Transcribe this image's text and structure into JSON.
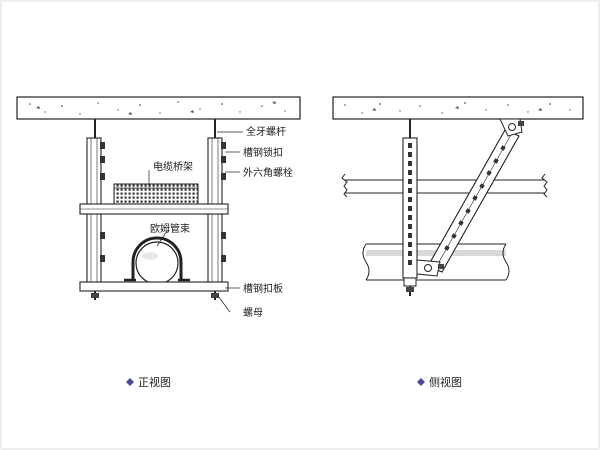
{
  "front_view": {
    "caption": "正视图",
    "labels": {
      "threaded_rod": "全牙螺杆",
      "channel_lock": "槽钢锁扣",
      "hex_bolt": "外六角螺栓",
      "cable_tray": "电缆桥架",
      "ohm_clamp": "欧姆管束",
      "channel_plate": "槽钢扣板",
      "nut": "螺母"
    }
  },
  "side_view": {
    "caption": "侧视图"
  },
  "colors": {
    "line": "#222222",
    "bullet": "#4a4a9a",
    "concrete_dot": "#555555"
  }
}
